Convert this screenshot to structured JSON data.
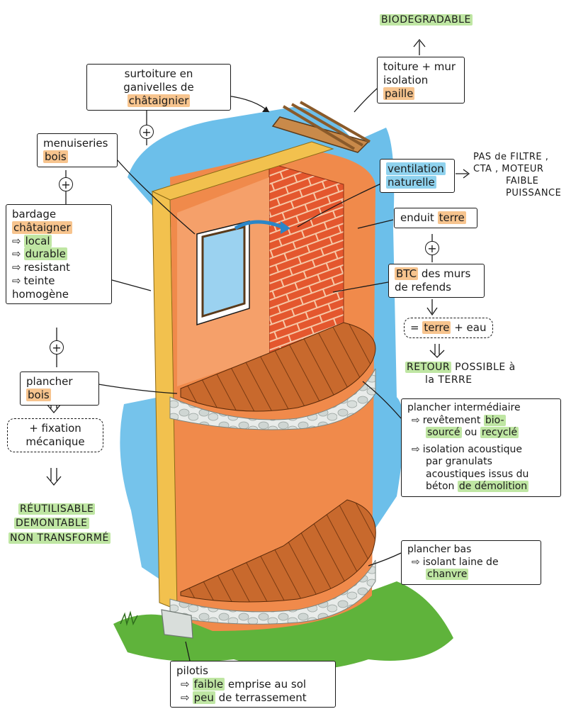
{
  "labels": {
    "biodegradable": "BIODEGRADABLE",
    "surtoiture": {
      "line1": "surtoiture en",
      "line2a": "ganivelles de ",
      "line2b": "châtaignier"
    },
    "toiture": {
      "line1": "toiture + mur",
      "line2": "isolation",
      "line3": "paille"
    },
    "menuiseries": {
      "line1": "menuiseries",
      "line2": "bois"
    },
    "ventilation": {
      "line1": "ventilation",
      "line2": "naturelle"
    },
    "ventilation_note": {
      "line1": "PAS de FILTRE ,",
      "line2": "CTA , MOTEUR",
      "line3": "FAIBLE",
      "line4": "PUISSANCE"
    },
    "bardage": {
      "line1": "bardage",
      "line2": "châtaigner",
      "items": [
        "local",
        "durable",
        "resistant",
        "teinte homogène"
      ]
    },
    "enduit": {
      "a": "enduit ",
      "b": "terre"
    },
    "btc": {
      "line1a": "BTC",
      "line1b": " des murs",
      "line2": "de refends"
    },
    "terre_eau": {
      "a": "= ",
      "b": "terre",
      "c": " + eau"
    },
    "retour": {
      "line1a": "RETOUR",
      "line1b": " POSSIBLE à",
      "line2": "la TERRE"
    },
    "plancher_bois": {
      "a": "plancher ",
      "b": "bois"
    },
    "fixation": {
      "line1": "+ fixation",
      "line2": "mécanique"
    },
    "reutilisable": [
      "RÉUTILISABLE",
      "DEMONTABLE",
      "NON TRANSFORMÉ"
    ],
    "plancher_inter": {
      "title": "plancher intermédiaire",
      "item1a": "revêtement ",
      "item1b": "bio-",
      "item1c": "sourcé",
      "item1d": " ou ",
      "item1e": "recyclé",
      "item2a": "isolation acoustique",
      "item2b": "par granulats",
      "item2c": "acoustiques issus du",
      "item2d": "béton ",
      "item2e": "de démolition"
    },
    "plancher_bas": {
      "line1": "plancher bas",
      "line2": "isolant laine de",
      "line3": "chanvre"
    },
    "pilotis": {
      "title": "pilotis",
      "item1a": "faible",
      "item1b": " emprise au sol",
      "item2a": "peu",
      "item2b": " de terrassement"
    },
    "plus": "+"
  },
  "colors": {
    "highlight_orange": "#f7c48e",
    "highlight_green": "#bfe6a3",
    "highlight_blue": "#8fd2ee",
    "wall_orange": "#f08a4b",
    "brick": "#e4572e",
    "wood": "#c8692d",
    "straw": "#f2c14e",
    "sky": "#52b4e6",
    "grass": "#5fb33b"
  }
}
